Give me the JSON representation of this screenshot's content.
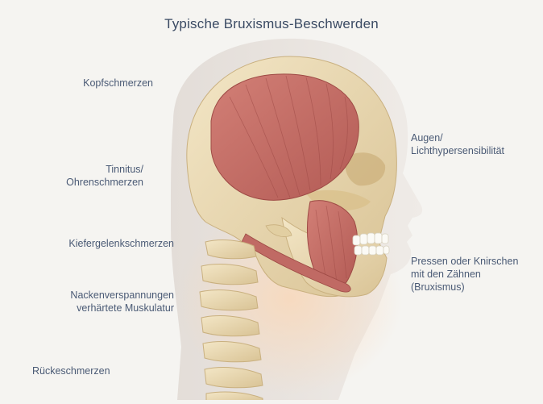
{
  "title": "Typische Bruxismus-Beschwerden",
  "labels_left": [
    {
      "lines": [
        "Kopfschmerzen"
      ]
    },
    {
      "lines": [
        "Tinnitus/",
        "Ohrenschmerzen"
      ]
    },
    {
      "lines": [
        "Kiefergelenkschmerzen"
      ]
    },
    {
      "lines": [
        "Nackenverspannungen",
        "verhärtete Muskulatur"
      ]
    },
    {
      "lines": [
        "Rückeschmerzen"
      ]
    }
  ],
  "labels_right": [
    {
      "lines": [
        "Augen/",
        "Lichthypersensibilität"
      ]
    },
    {
      "lines": [
        "Pressen oder Knirschen",
        "mit den Zähnen",
        "(Bruxismus)"
      ]
    }
  ],
  "colors": {
    "text": "#4a5a75",
    "title": "#3a4a63",
    "skin": "#ece7e2",
    "bone": "#ead8b0",
    "muscle": "#c9706a",
    "glow": "#f6d6b8"
  }
}
